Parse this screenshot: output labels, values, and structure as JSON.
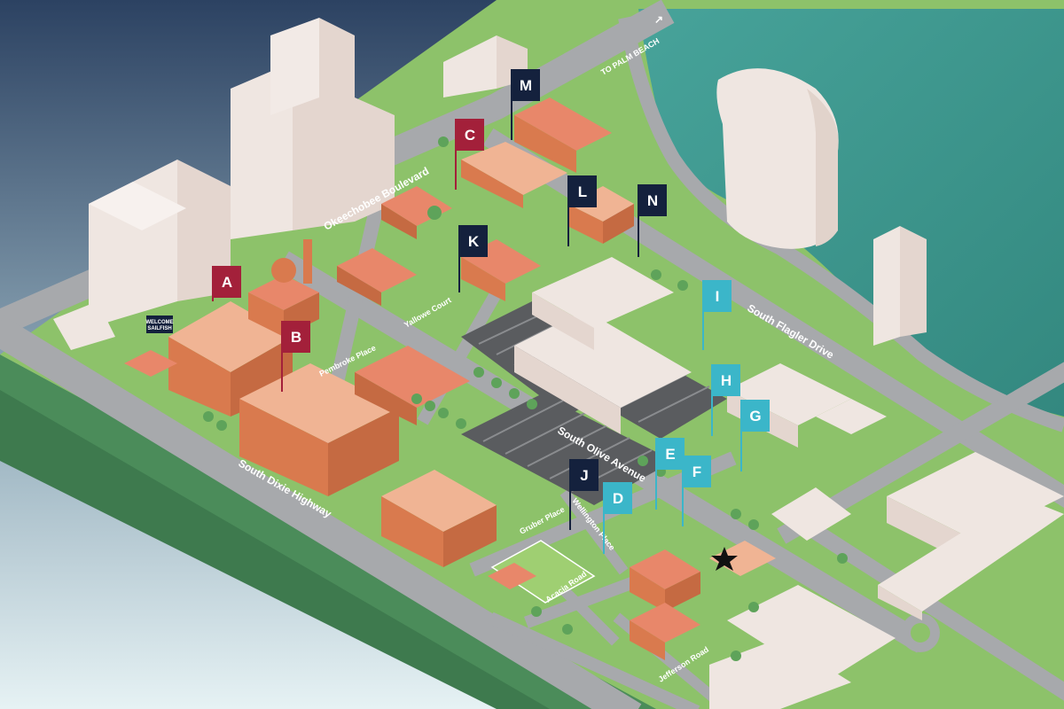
{
  "streets": {
    "okeechobee": "Okeechobee Boulevard",
    "to_palm_beach": "TO PALM BEACH",
    "south_flagler": "South Flagler Drive",
    "south_olive": "South Olive Avenue",
    "south_dixie": "South Dixie Highway",
    "pembroke": "Pembroke Place",
    "yallowe": "Yallowe Court",
    "wellington": "Wellington Place",
    "gruber": "Gruber Place",
    "acacia": "Acacia Road",
    "jefferson": "Jefferson Road"
  },
  "sign": {
    "line1": "WELCOME",
    "line2": "SAILFISH"
  },
  "flags": [
    {
      "letter": "A",
      "color": "#a3203a"
    },
    {
      "letter": "B",
      "color": "#a3203a"
    },
    {
      "letter": "C",
      "color": "#a3203a"
    },
    {
      "letter": "M",
      "color": "#14213d"
    },
    {
      "letter": "L",
      "color": "#14213d"
    },
    {
      "letter": "N",
      "color": "#14213d"
    },
    {
      "letter": "K",
      "color": "#14213d"
    },
    {
      "letter": "J",
      "color": "#14213d"
    },
    {
      "letter": "I",
      "color": "#3bb6c9"
    },
    {
      "letter": "H",
      "color": "#3bb6c9"
    },
    {
      "letter": "G",
      "color": "#3bb6c9"
    },
    {
      "letter": "E",
      "color": "#3bb6c9"
    },
    {
      "letter": "F",
      "color": "#3bb6c9"
    },
    {
      "letter": "D",
      "color": "#3bb6c9"
    }
  ],
  "markers": [
    {
      "name": "star"
    }
  ],
  "colors": {
    "sky_top": "#2c4262",
    "sky_bottom": "#e6f2f4",
    "grass": "#8dc26a",
    "road": "#a7a9ac",
    "water": "#3e9c93",
    "brick": "#d97a4e",
    "roof": "#e8876a",
    "cream": "#f4e2d8"
  }
}
